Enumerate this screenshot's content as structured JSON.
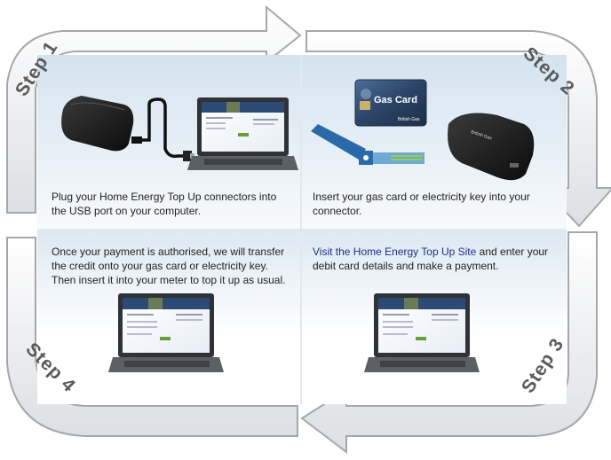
{
  "steps": [
    {
      "label": "Step 1",
      "text": "Plug your Home Energy Top Up connectors into the USB port on your computer."
    },
    {
      "label": "Step 2",
      "text": "Insert your gas card or electricity key into your connector."
    },
    {
      "label": "Step 3",
      "link_text": "Visit the Home Energy Top Up Site",
      "text": " and enter your debit card details and make a payment."
    },
    {
      "label": "Step 4",
      "text": "Once your payment is authorised, we will transfer the credit onto your gas card or electricity key. Then insert it into your meter to top it up as usual."
    }
  ],
  "gas_card": {
    "title": "Gas Card",
    "brand": "British Gas"
  },
  "connector": {
    "brand": "British Gas"
  },
  "colors": {
    "arrow_fill": "#e9eaec",
    "arrow_stroke": "#a4a8ad",
    "panel_top": "#d4e3f0",
    "panel_bottom": "#f7fafc",
    "link": "#1a2f8a",
    "step_text": "#5a5a5a"
  }
}
